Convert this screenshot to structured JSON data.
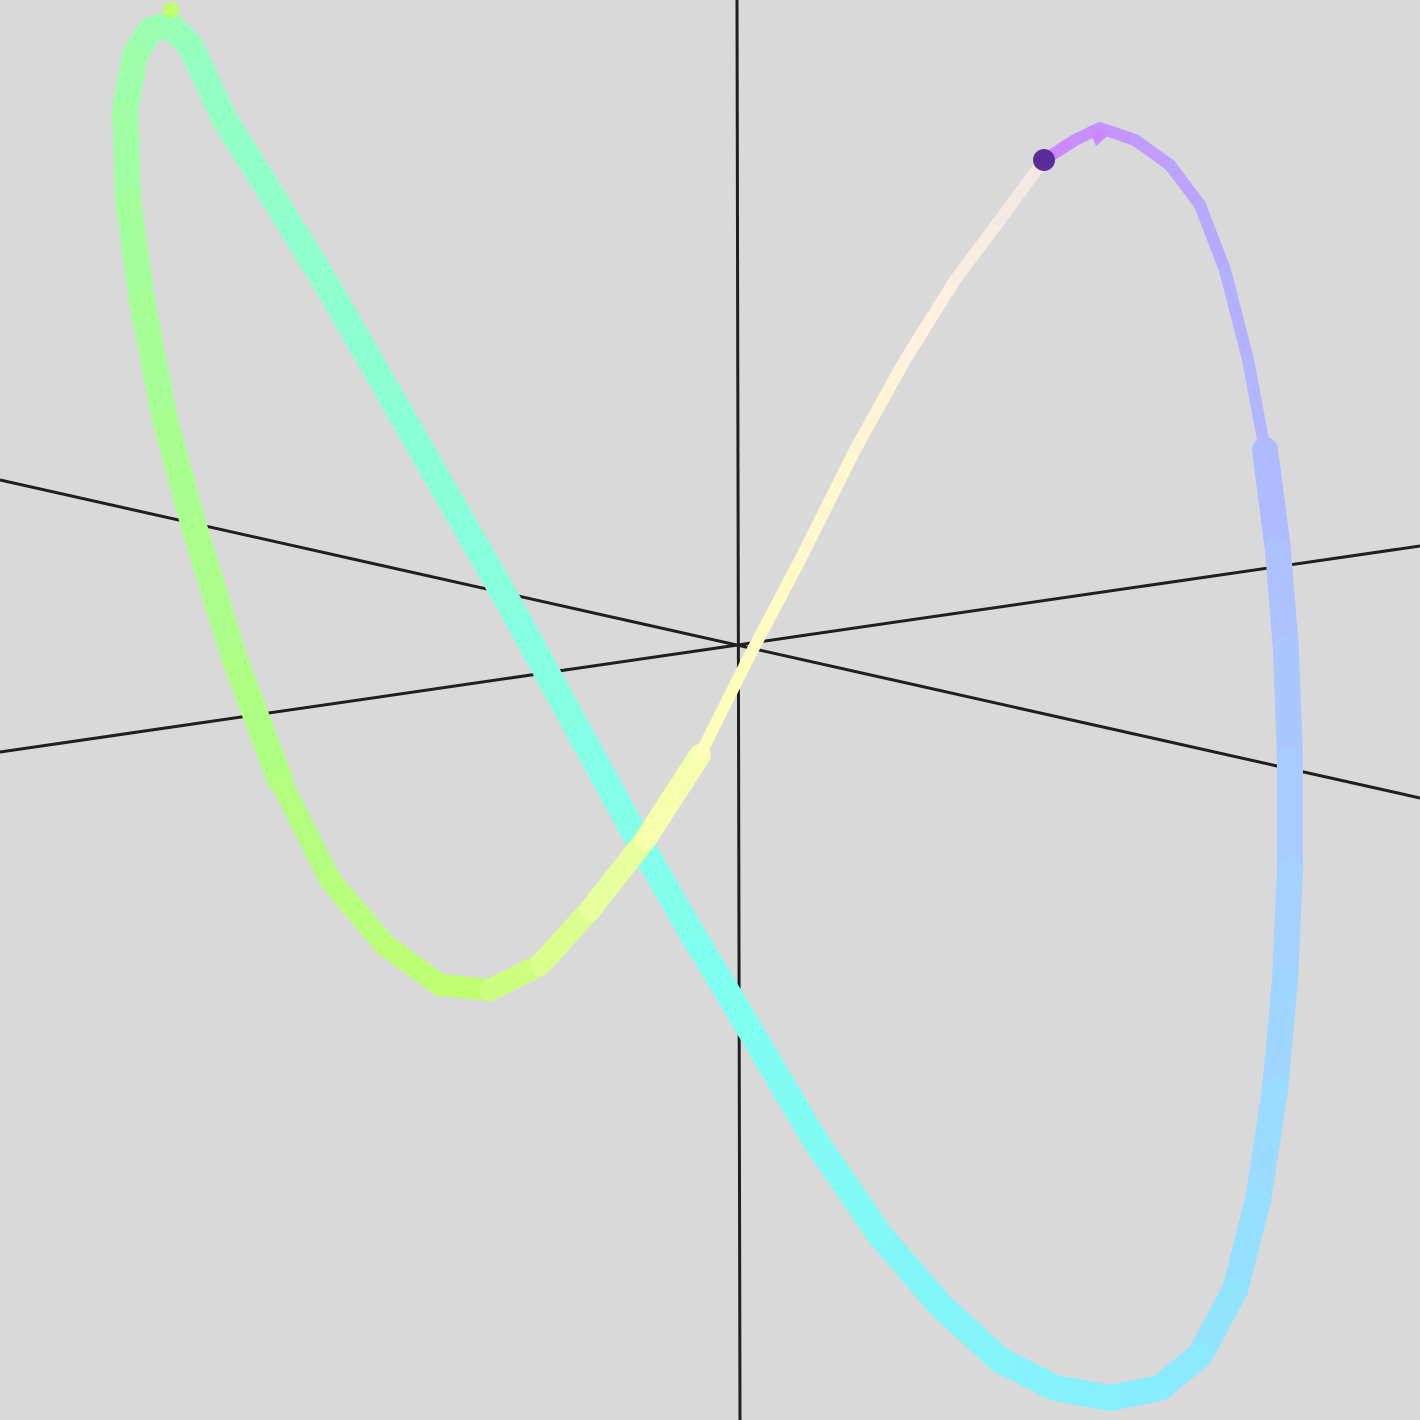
{
  "scene": {
    "background": "#d9d9d9",
    "axis_color": "#1f1f1f",
    "marker_color": "#5a2d9a",
    "curve": {
      "description_colors": [
        "#bfff6e",
        "#ffffbf",
        "#fff3e6",
        "#f3e9ef",
        "#cc88ff",
        "#a9c8ff",
        "#7fffef",
        "#9dffb0"
      ],
      "gradient_stops": [
        {
          "offset": 0.0,
          "color": "#cc88ff"
        },
        {
          "offset": 0.08,
          "color": "#b8a8ff"
        },
        {
          "offset": 0.18,
          "color": "#a8ccff"
        },
        {
          "offset": 0.3,
          "color": "#88eeff"
        },
        {
          "offset": 0.42,
          "color": "#7ffff0"
        },
        {
          "offset": 0.55,
          "color": "#90ffc8"
        },
        {
          "offset": 0.7,
          "color": "#a8ff90"
        },
        {
          "offset": 0.8,
          "color": "#c0ff70"
        },
        {
          "offset": 0.88,
          "color": "#ffffb8"
        },
        {
          "offset": 0.95,
          "color": "#fff0e0"
        },
        {
          "offset": 1.0,
          "color": "#eee6e6"
        }
      ]
    }
  }
}
